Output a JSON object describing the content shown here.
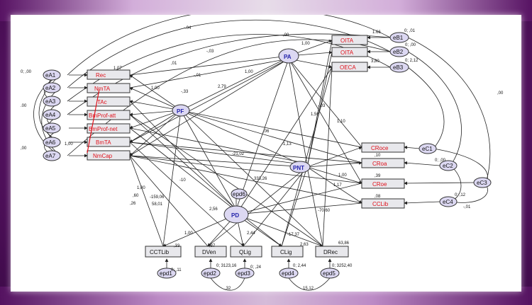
{
  "nodes": {
    "Rec": "Rec",
    "NmTA": "NmTA",
    "TAc": "TAc",
    "BmProf_att": "BmProf-att",
    "BmProf_net": "BmProf-net",
    "BmTA": "BmTA",
    "NmCap": "NmCap",
    "OITA": "OITA",
    "OITA2": "OITA",
    "OECA": "OECA",
    "CRoce": "CRoce",
    "CRoa": "CRoa",
    "CRoe": "CRoe",
    "CCLib": "CCLib",
    "CCTLib": "CCTLib",
    "DVen": "DVen",
    "QLig": "QLig",
    "CLig": "CLig",
    "DRec": "DRec",
    "PA": "PA",
    "PF": "PF",
    "PNT": "PNT",
    "PD": "PD"
  },
  "errors": {
    "eA1": "eA1",
    "eA2": "eA2",
    "eA3": "eA3",
    "eA4": "eA4",
    "eA5": "eA5",
    "eA6": "eA6",
    "eA7": "eA7",
    "eB1": "eB1",
    "eB2": "eB2",
    "eB3": "eB3",
    "eC1": "eC1",
    "eC2": "eC2",
    "eC3": "eC3",
    "eC4": "eC4",
    "epd1": "epd1",
    "epd2": "epd2",
    "epd3": "epd3",
    "epd4": "epd4",
    "epd5": "epd5",
    "epd6": "epd6"
  },
  "coefs": {
    "c1": "1.07",
    "c2": "-.04",
    "c3": "1.66",
    "c4": "0; ,01",
    "c5": "1,00",
    "c6": "0; ,00",
    "c7": "3,80",
    "c8": "0; 2,12",
    "c9": "-,03",
    "c10": "1,00",
    "c11": "-,33",
    "c12": "1,00",
    "c13": "-,01",
    "c14": "2,79",
    "c15": "-1,13",
    "c16": "1,56",
    "c17": "1,10",
    "c18": "-,03",
    "c19": "-21,02",
    "c20": "333,26",
    "c21": "-159,06",
    "c22": "58,01",
    "c23": "-10",
    "c24": "2,56",
    "c25": "1,00",
    "c26": "-70,60",
    "c27": "-17,37",
    "c28": "63,86",
    "c29": "2,63",
    "c30": "2,44",
    "c31": "1,00",
    "c32": "0; ,11",
    "c33": "0; 3123,16",
    "c34": "0; ,24",
    "c35": "0; 2,44",
    "c36": "0; 3252,40",
    "c37": ",32",
    "c38": "15,12",
    "c39": "0; ,00",
    "c40": "0; ,12",
    "c41": ",39",
    "c42": ",10",
    "c43": ",08",
    "c44": "-,01",
    "c45": ",00",
    "c46": ",60",
    "c47": ",26",
    "c48": ",33",
    "c49": "1,00",
    "c50": "1,17",
    "c51": ",87",
    "c52": ",06",
    "c53": "0; ,00",
    "c54": ".00",
    "c55": ",00",
    "c56": "1,00",
    "c57": ",00",
    "c58": ",01"
  }
}
